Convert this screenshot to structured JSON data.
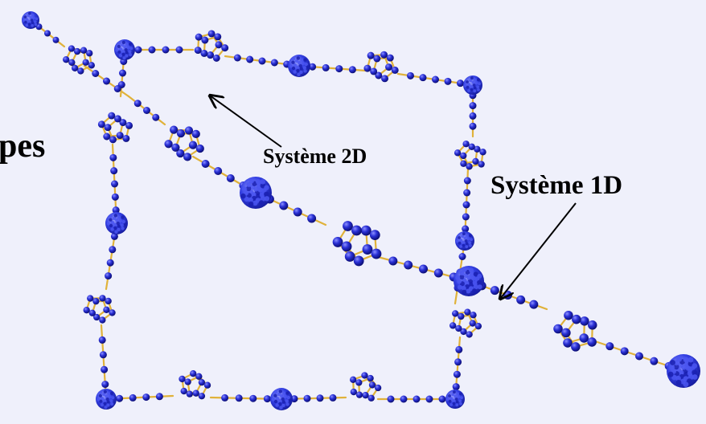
{
  "labels": {
    "fragment": "pes",
    "system_2d": "Système 2D",
    "system_1d": "Système 1D"
  },
  "colors": {
    "background": "#eff0fb",
    "atom": "#1e22c8",
    "atom_dark": "#0b0d6e",
    "cluster": "#2f3be0",
    "bond": "#e0b23a",
    "arrow": "#000000"
  },
  "icons": {
    "atom": "blue-sphere",
    "cluster": "fullerene-cluster",
    "linker": "five-atom-ring"
  }
}
